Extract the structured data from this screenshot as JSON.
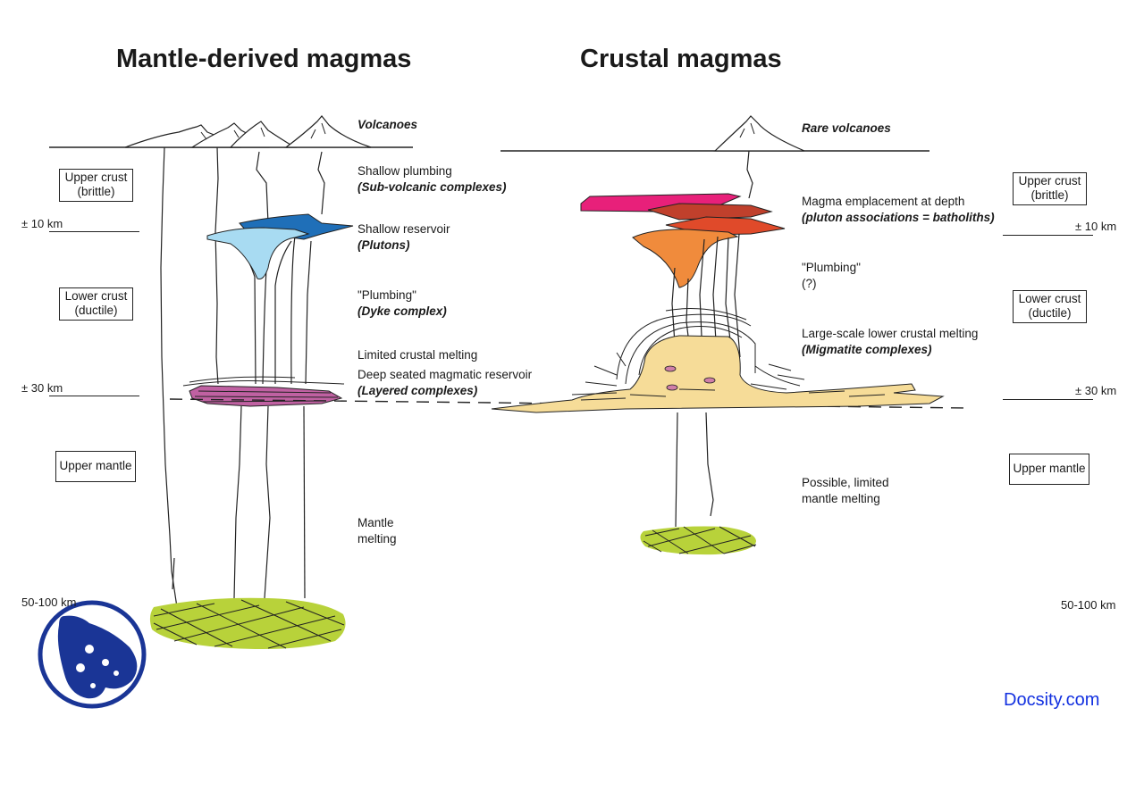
{
  "titles": {
    "left": "Mantle-derived magmas",
    "right": "Crustal magmas"
  },
  "left": {
    "volcanoes": "Volcanoes",
    "shallow_plumbing": "Shallow plumbing",
    "subvolcanic": "(Sub-volcanic complexes)",
    "shallow_reservoir": "Shallow reservoir",
    "plutons": "(Plutons)",
    "plumbing": "\"Plumbing\"",
    "dyke": "(Dyke complex)",
    "limited_melting": "Limited crustal melting",
    "deep_reservoir": "Deep seated magmatic reservoir",
    "layered": "(Layered complexes)",
    "mantle_melting_1": "Mantle",
    "mantle_melting_2": "melting"
  },
  "right": {
    "rare_volcanoes": "Rare volcanoes",
    "emplacement": "Magma emplacement at depth",
    "pluton_assoc": "(pluton associations = batholiths)",
    "plumbing": "\"Plumbing\"",
    "plumbing_q": "(?)",
    "lower_melting": "Large-scale lower crustal melting",
    "migmatite": "(Migmatite complexes)",
    "possible_1": "Possible, limited",
    "possible_2": "mantle melting"
  },
  "layers": {
    "upper_crust_1": "Upper crust",
    "upper_crust_2": "(brittle)",
    "lower_crust_1": "Lower crust",
    "lower_crust_2": "(ductile)",
    "upper_mantle": "Upper mantle"
  },
  "depths": {
    "d10": "± 10 km",
    "d30": "± 30 km",
    "d100_left": "50-100 km",
    "d100_right": "50-100 km"
  },
  "brand": "Docsity.com",
  "icons": {
    "logo": "docsity-logo-icon"
  },
  "colors": {
    "mantle_melt": "#b8d23a",
    "pluton_light": "#a8dbf2",
    "pluton_dark": "#1f6fb8",
    "layered": "#c061a2",
    "sill_pink": "#e8207a",
    "pluton_brown": "#c0402c",
    "pluton_red": "#e04a2a",
    "pluton_orange": "#f08b3c",
    "migmatite": "#f6dc98",
    "logo_blue": "#1a3596",
    "brand_link": "#1230e0"
  }
}
